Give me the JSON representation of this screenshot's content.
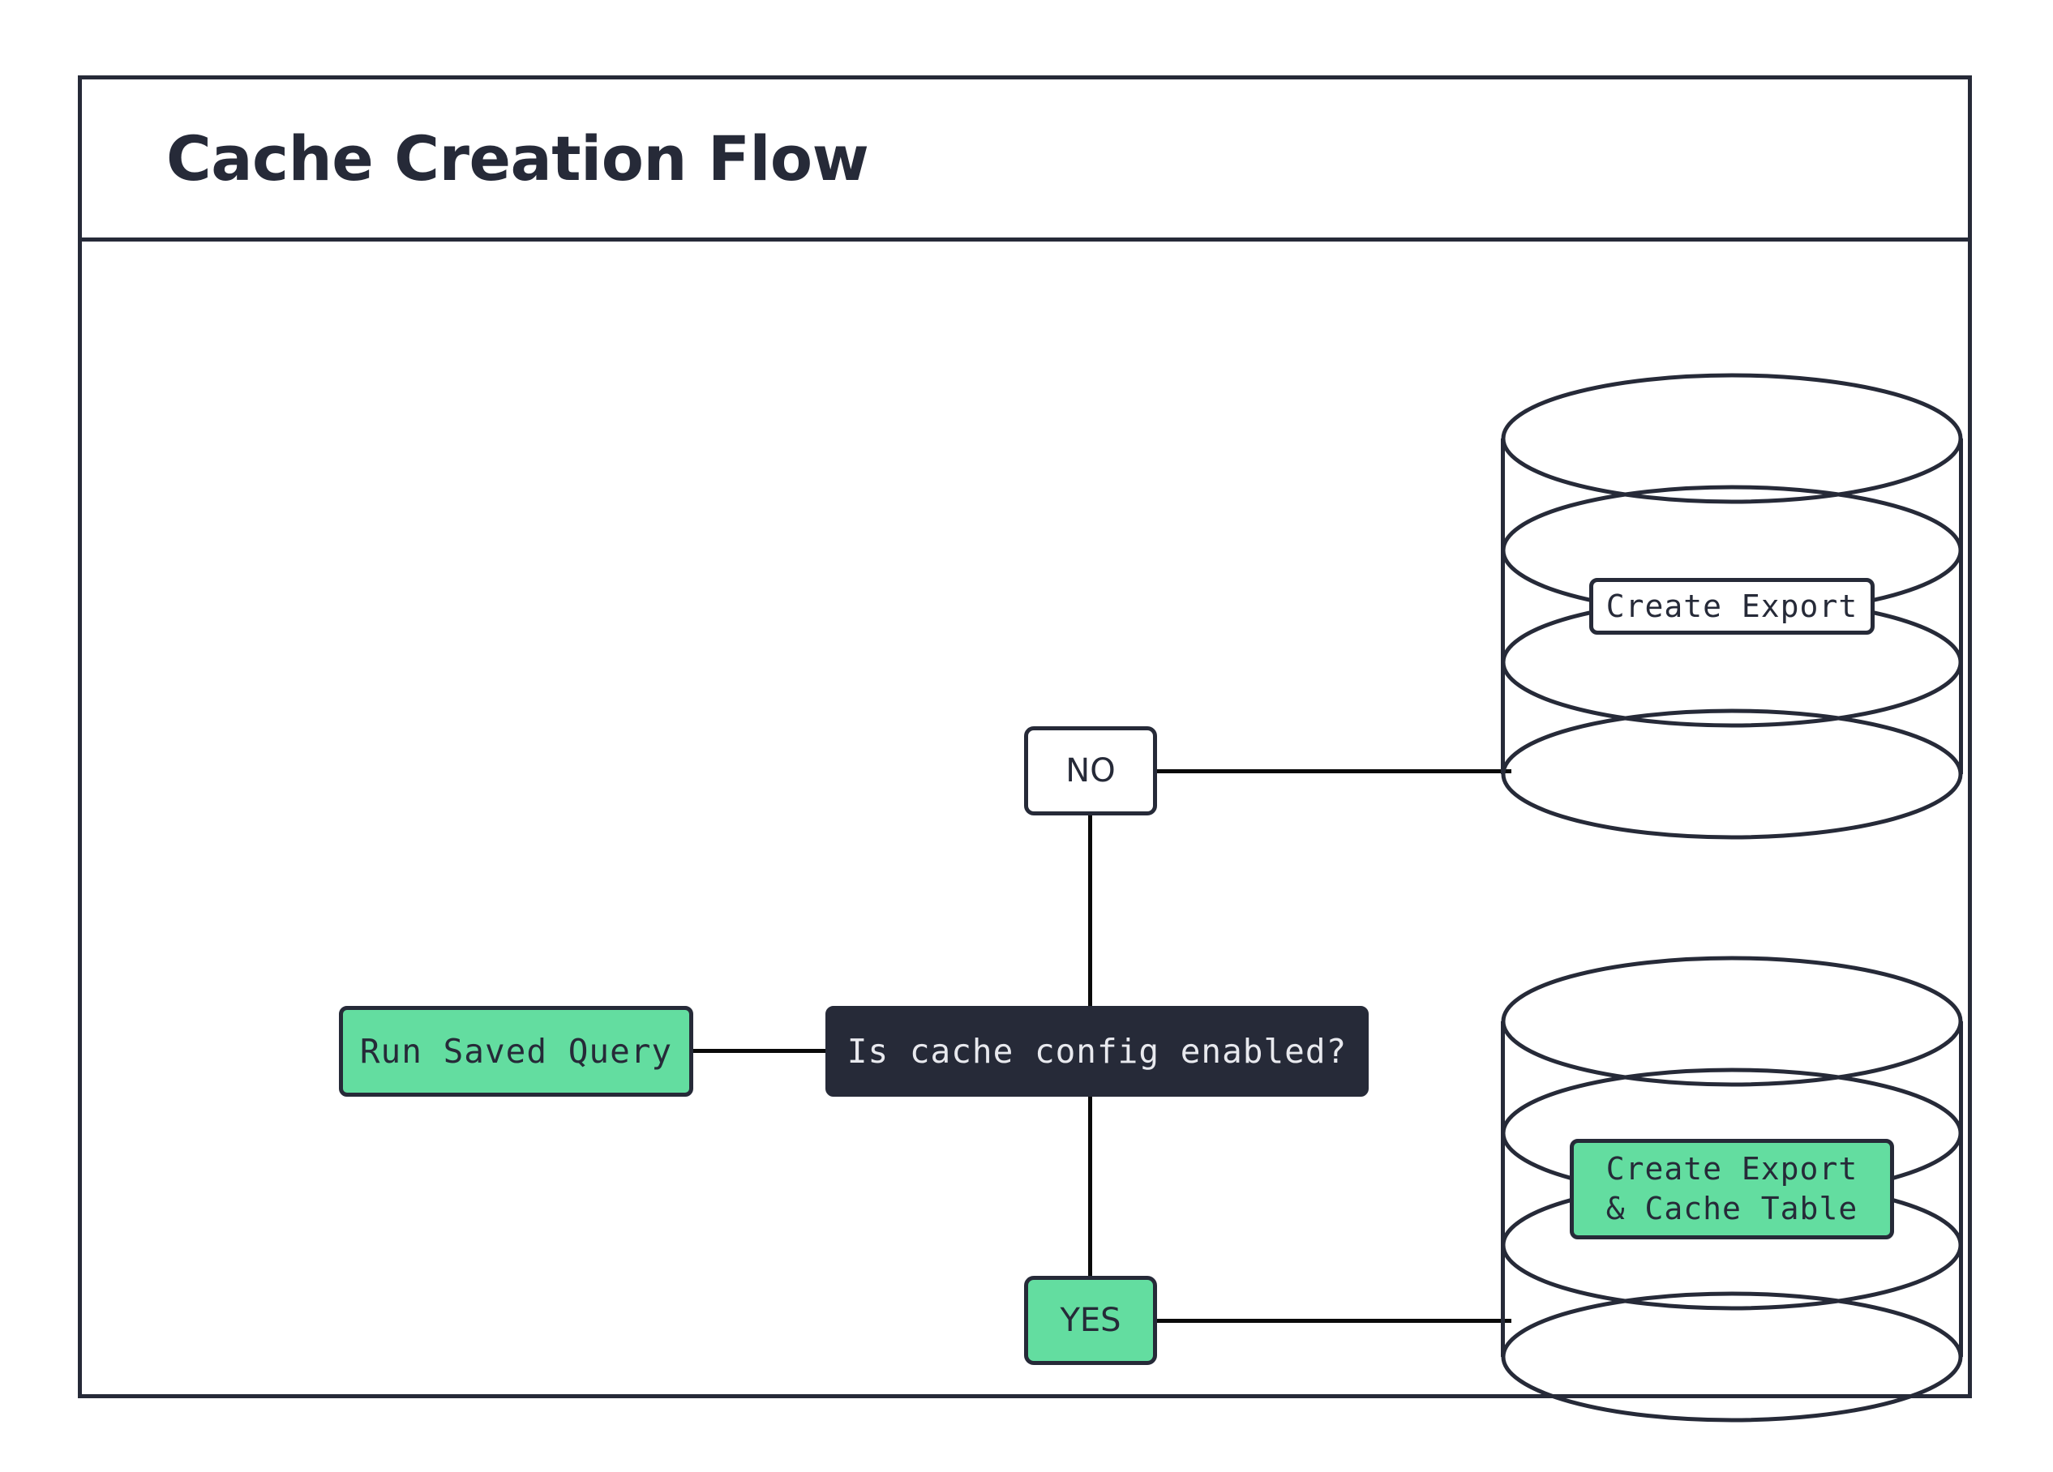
{
  "diagram": {
    "title": "Cache Creation Flow",
    "type": "flowchart",
    "colors": {
      "accent_green": "#63dda0",
      "dark_navy": "#262a38",
      "background": "#ffffff",
      "edge": "#0a0a0a"
    }
  },
  "nodes": {
    "run_saved_query": {
      "label": "Run Saved Query",
      "shape": "rounded-rect",
      "fill": "#63dda0"
    },
    "decision": {
      "label": "Is cache config enabled?",
      "shape": "rounded-rect",
      "fill": "#262a38"
    },
    "branch_no": {
      "label": "NO",
      "shape": "rounded-rect",
      "fill": "#ffffff"
    },
    "branch_yes": {
      "label": "YES",
      "shape": "rounded-rect",
      "fill": "#63dda0"
    },
    "db_top": {
      "shape": "database-cylinder",
      "label_line1": "Create Export",
      "label_line2": "",
      "label_fill": "#ffffff"
    },
    "db_bottom": {
      "shape": "database-cylinder",
      "label_line1": "Create Export",
      "label_line2": "& Cache Table",
      "label_fill": "#63dda0"
    }
  },
  "edges": [
    {
      "from": "run_saved_query",
      "to": "decision",
      "orientation": "horizontal"
    },
    {
      "from": "decision",
      "to": "branch_no",
      "orientation": "vertical"
    },
    {
      "from": "decision",
      "to": "branch_yes",
      "orientation": "vertical"
    },
    {
      "from": "branch_no",
      "to": "db_top",
      "orientation": "horizontal"
    },
    {
      "from": "branch_yes",
      "to": "db_bottom",
      "orientation": "horizontal"
    }
  ]
}
